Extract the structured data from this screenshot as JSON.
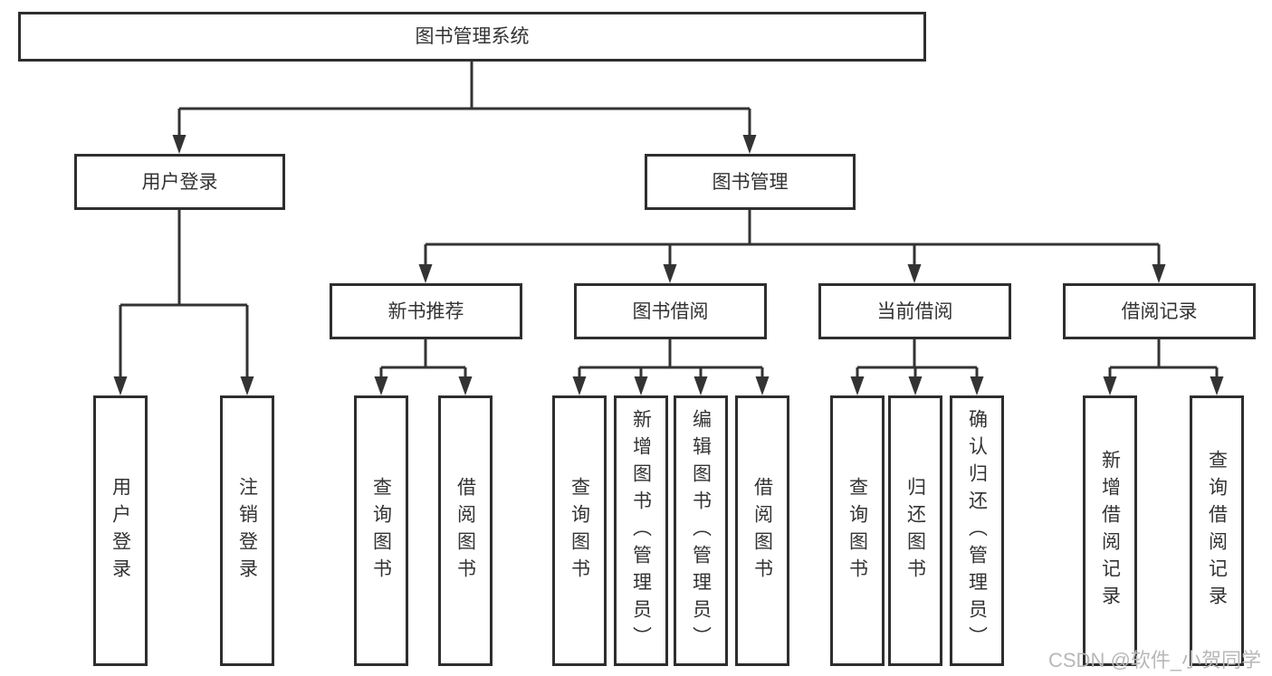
{
  "tree": {
    "root": {
      "label": "图书管理系统"
    },
    "branches": [
      {
        "label": "用户登录",
        "children": [
          {
            "label": "用户登录"
          },
          {
            "label": "注销登录"
          }
        ]
      },
      {
        "label": "图书管理",
        "children": [
          {
            "label": "新书推荐",
            "children": [
              {
                "label": "查询图书"
              },
              {
                "label": "借阅图书"
              }
            ]
          },
          {
            "label": "图书借阅",
            "children": [
              {
                "label": "查询图书"
              },
              {
                "label": "新增图书（管理员）"
              },
              {
                "label": "编辑图书（管理员）"
              },
              {
                "label": "借阅图书"
              }
            ]
          },
          {
            "label": "当前借阅",
            "children": [
              {
                "label": "查询图书"
              },
              {
                "label": "归还图书"
              },
              {
                "label": "确认归还（管理员）"
              }
            ]
          },
          {
            "label": "借阅记录",
            "children": [
              {
                "label": "新增借阅记录"
              },
              {
                "label": "查询借阅记录"
              }
            ]
          }
        ]
      }
    ]
  },
  "watermark": {
    "text": "CSDN @软件_小贺同学"
  },
  "colors": {
    "line": "#333333",
    "box_border": "#2e2e2e",
    "text": "#333333",
    "watermark": "#b8b8b8",
    "background": "#ffffff"
  }
}
